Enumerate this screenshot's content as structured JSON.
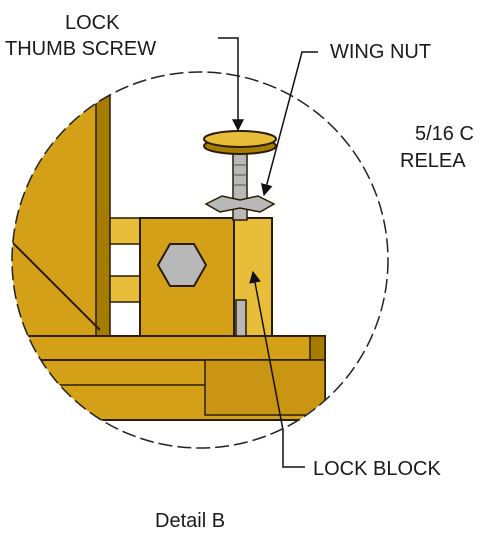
{
  "labels": {
    "lock_thumb_screw_line1": "LOCK",
    "lock_thumb_screw_line2": "THUMB SCREW",
    "wing_nut": "WING NUT",
    "lock_block": "LOCK BLOCK",
    "partial_line1": "5/16 C",
    "partial_line2": "RELEA",
    "detail_caption": "Detail B"
  },
  "colors": {
    "gold": "#d4a017",
    "gold_shadow": "#a67c00",
    "gold_light": "#e8bd3a",
    "steel": "#b8b8b8",
    "outline": "#2a1d00"
  }
}
